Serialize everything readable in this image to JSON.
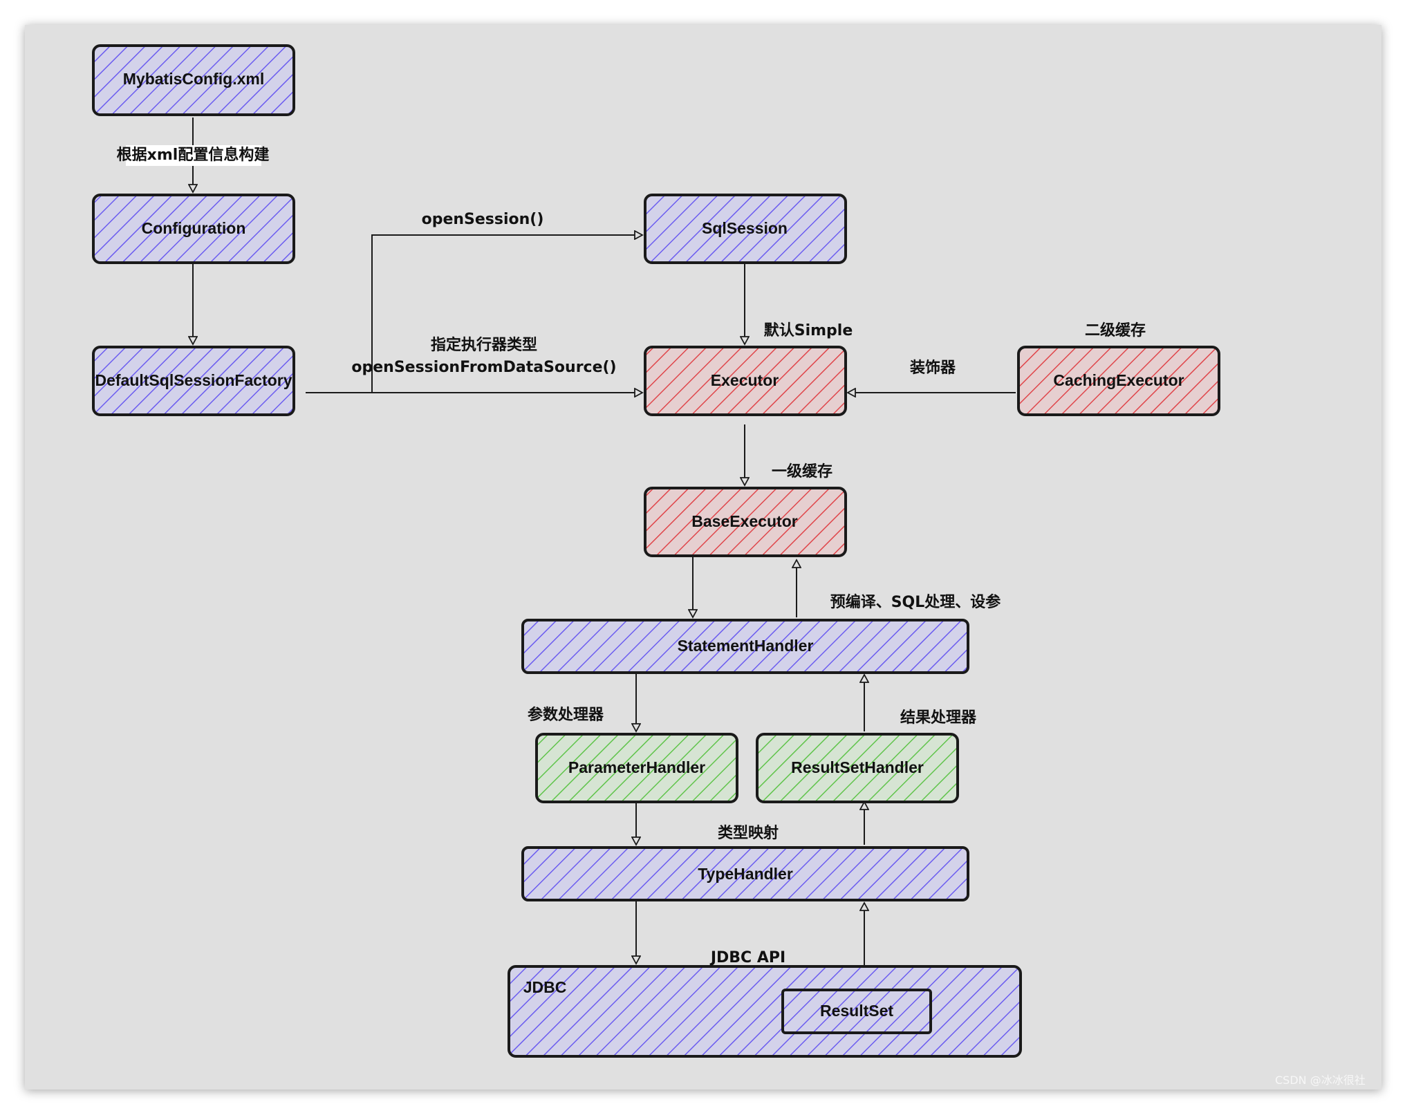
{
  "nodes": {
    "mybatis_config": "MybatisConfig.xml",
    "configuration": "Configuration",
    "default_factory": "DefaultSqlSessionFactory",
    "sql_session": "SqlSession",
    "executor": "Executor",
    "caching_executor": "CachingExecutor",
    "base_executor": "BaseExecutor",
    "statement_handler": "StatementHandler",
    "parameter_handler": "ParameterHandler",
    "resultset_handler": "ResultSetHandler",
    "type_handler": "TypeHandler",
    "jdbc": "JDBC",
    "resultset": "ResultSet"
  },
  "edges": {
    "build_from_xml": "根据xml配置信息构建",
    "open_session": "openSession()",
    "executor_type_cn": "指定执行器类型",
    "open_session_from_ds": "openSessionFromDataSource()",
    "default_simple": "默认Simple",
    "second_level_cache": "二级缓存",
    "decorator": "装饰器",
    "first_level_cache": "一级缓存",
    "precompile": "预编译、SQL处理、设参",
    "param_processor": "参数处理器",
    "result_processor": "结果处理器",
    "type_mapping": "类型映射",
    "jdbc_api": "JDBC API"
  },
  "watermark": "CSDN @冰冰很社",
  "colors": {
    "blue_hatch": "#6b5cf0",
    "red_hatch": "#e0454a",
    "green_hatch": "#5fc44a",
    "outline": "#1a1a1a",
    "background": "#e0e0e0"
  }
}
